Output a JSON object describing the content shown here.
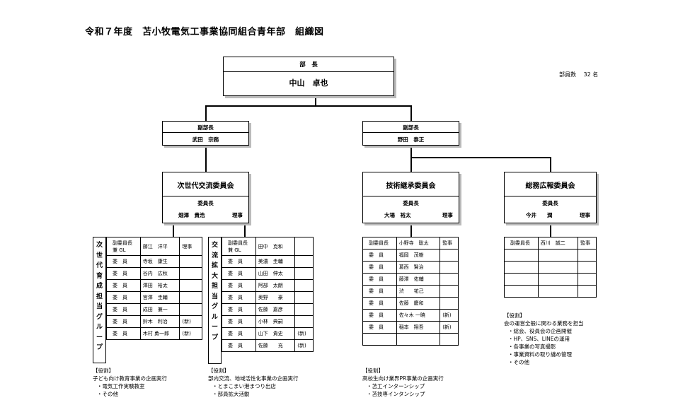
{
  "title": "令和７年度　苫小牧電気工事業協同組合青年部　組織図",
  "member_count": "部員数　 32 名",
  "head": {
    "role": "部　長",
    "name": "中山　卓也"
  },
  "vice1": {
    "role": "副部長",
    "name": "武田　宗務"
  },
  "vice2": {
    "role": "副部長",
    "name": "野田　泰正"
  },
  "committees": [
    {
      "name": "次世代交流委員会",
      "chair_label": "委員長",
      "chair_name": "畑澤　貴浩",
      "chair_note": "理事"
    },
    {
      "name": "技術継承委員会",
      "chair_label": "委員長",
      "chair_name": "大場　裕太",
      "chair_note": "理事"
    },
    {
      "name": "総務広報委員会",
      "chair_label": "委員長",
      "chair_name": "今井　　潤",
      "chair_note": "理事"
    }
  ],
  "groups": {
    "g1_label": [
      "次",
      "世",
      "代",
      "育",
      "成",
      "担",
      "当",
      "グ",
      "ル",
      "ー",
      "プ"
    ],
    "g1_rows": [
      [
        "副委員長\n兼 GL",
        "藤江　洋平",
        "理事"
      ],
      [
        "委　員",
        "寺坂　康生",
        ""
      ],
      [
        "委　員",
        "谷内　広秋",
        ""
      ],
      [
        "委　員",
        "澤田　裕太",
        ""
      ],
      [
        "委　員",
        "宮澤　圭輔",
        ""
      ],
      [
        "委　員",
        "成田　兼一",
        ""
      ],
      [
        "委　員",
        "鈴木　利治",
        "(新)"
      ],
      [
        "委　員",
        "木村 勇一郎",
        "(新)"
      ]
    ],
    "g2_label": [
      "交",
      "流",
      "拡",
      "大",
      "担",
      "当",
      "グ",
      "ル",
      "ー",
      "プ"
    ],
    "g2_rows": [
      [
        "副委員長\n兼 GL",
        "田中　克和",
        ""
      ],
      [
        "委　員",
        "美濃　圭輔",
        ""
      ],
      [
        "委　員",
        "山田　伸太",
        ""
      ],
      [
        "委　員",
        "阿部　太朗",
        ""
      ],
      [
        "委　員",
        "奥野　　豪",
        ""
      ],
      [
        "委　員",
        "佐藤　嘉彦",
        ""
      ],
      [
        "委　員",
        "小林　典嗣",
        ""
      ],
      [
        "委　員",
        "山下　貴史",
        "(新)"
      ],
      [
        "委　員",
        "佐藤　　充",
        "(新)"
      ]
    ],
    "g3_rows": [
      [
        "副委員長",
        "小野寺　聡太",
        "監事"
      ],
      [
        "委　員",
        "福岡　茂樹",
        ""
      ],
      [
        "委　員",
        "葛西　賢治",
        ""
      ],
      [
        "委　員",
        "藤澤　佑輔",
        ""
      ],
      [
        "委　員",
        "渋　　祐己",
        ""
      ],
      [
        "委　員",
        "佐藤　慶和",
        ""
      ],
      [
        "委　員",
        "佐々木 一暁",
        "(新)"
      ],
      [
        "委　員",
        "稲本　翔吾",
        "(新)"
      ],
      [
        "",
        "",
        ""
      ]
    ],
    "g4_rows": [
      [
        "副委員長",
        "西川　誠二",
        "監事"
      ],
      [
        "",
        "",
        ""
      ],
      [
        "",
        "",
        ""
      ],
      [
        "",
        "",
        ""
      ],
      [
        "",
        "",
        ""
      ]
    ]
  },
  "roles": {
    "r1": [
      "【役割】",
      "子ども向け教育事業の企画実行",
      "・電気工作実験教室",
      "・その他"
    ],
    "r2": [
      "【役割】",
      "部内交流、地域活性化事業の企画実行",
      "・とまこまい港まつり出店",
      "・部員拡大活動"
    ],
    "r3": [
      "【役割】",
      "高校生向け業界PR事業の企画実行",
      "・苫工インターンシップ",
      "・苫技専インタンシップ"
    ],
    "r4": [
      "【役割】",
      "会の運営全般に関わる業務を担当",
      "・総会、役員会の企画開催",
      "・HP、SNS、LINEの運用",
      "・各事業の写真撮影",
      "・事業資料の取り纏め管理",
      "・その他"
    ]
  }
}
